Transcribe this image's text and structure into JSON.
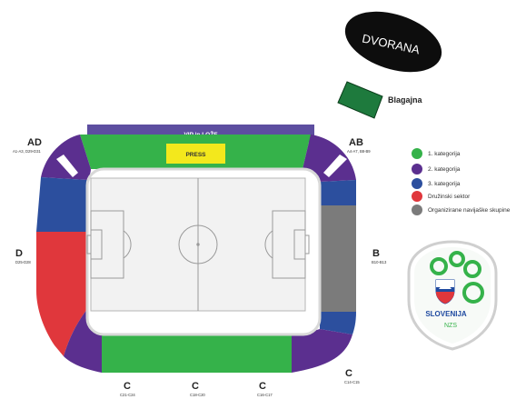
{
  "dvorana_label": "DVORANA",
  "blagajna_label": "Blagajna",
  "vip_label": "VIP in LOŽE",
  "press_label": "PRESS",
  "colors": {
    "cat1": "#35b24a",
    "cat2": "#5b2f8f",
    "cat3": "#2c4f9e",
    "family": "#e0373c",
    "organized": "#7b7b7b",
    "vip": "#5d4ea0",
    "press": "#f3e81c",
    "cashier": "#1e7a3d"
  },
  "sectors": {
    "ad": {
      "title": "AD",
      "codes": "A1-A3, D29-D31"
    },
    "ab": {
      "title": "AB",
      "codes": "A4-A7, B8-B9"
    },
    "d": {
      "title": "D",
      "codes": "D25-D28"
    },
    "b": {
      "title": "B",
      "codes": "B10-B13"
    },
    "c1": {
      "title": "C",
      "codes": "C21-C24"
    },
    "c2": {
      "title": "C",
      "codes": "C18-C20"
    },
    "c3": {
      "title": "C",
      "codes": "C16-C17"
    },
    "c4": {
      "title": "C",
      "codes": "C14-C15"
    }
  },
  "legend": [
    {
      "label": "1. kategorija",
      "color": "#35b24a"
    },
    {
      "label": "2. kategorija",
      "color": "#5b2f8f"
    },
    {
      "label": "3. kategorija",
      "color": "#2c4f9e"
    },
    {
      "label": "Družinski sektor",
      "color": "#e0373c"
    },
    {
      "label": "Organizirane navijaške skupine",
      "color": "#7b7b7b"
    }
  ],
  "logo": {
    "country": "SLOVENIJA",
    "org": "NZS"
  }
}
